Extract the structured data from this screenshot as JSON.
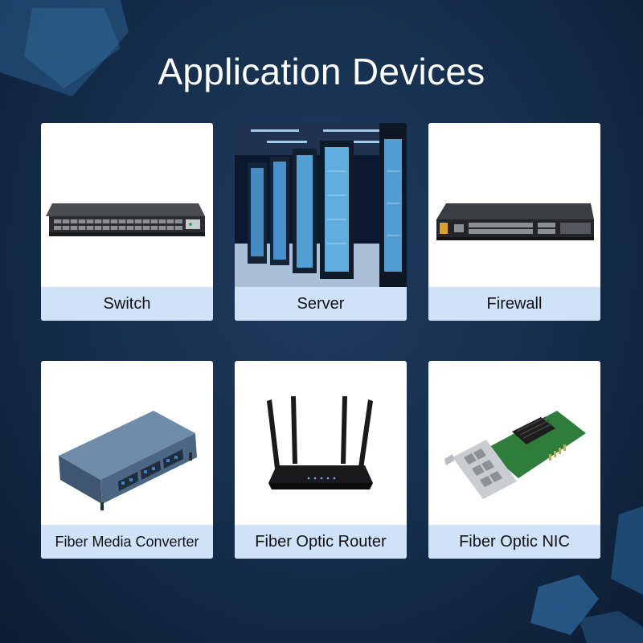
{
  "title": "Application Devices",
  "colors": {
    "background": "#16304f",
    "card": "#ffffff",
    "label_bar": "#cfe2f8"
  },
  "devices": [
    {
      "label": "Switch",
      "icon": "network-switch-icon"
    },
    {
      "label": "Server",
      "icon": "server-racks-photo"
    },
    {
      "label": "Firewall",
      "icon": "firewall-appliance-icon"
    },
    {
      "label": "Fiber Media Converter",
      "icon": "media-converter-chassis-icon"
    },
    {
      "label": "Fiber Optic Router",
      "icon": "wifi-router-icon"
    },
    {
      "label": "Fiber Optic NIC",
      "icon": "network-card-icon"
    }
  ]
}
